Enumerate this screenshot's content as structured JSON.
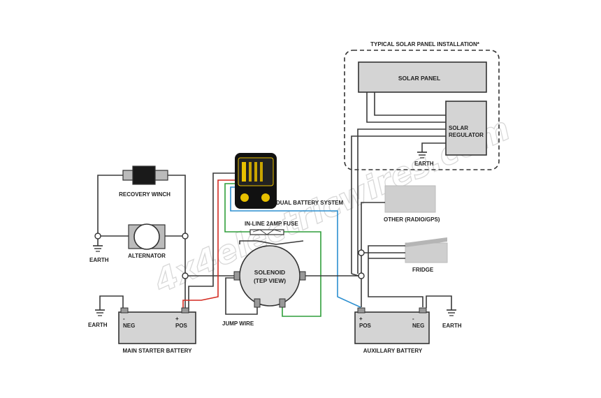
{
  "title": "TYPICAL SOLAR PANEL INSTALLATION*",
  "labels": {
    "solar_panel": "SOLAR PANEL",
    "solar_regulator_line1": "SOLAR",
    "solar_regulator_line2": "REGULATOR",
    "earth_solar": "EARTH",
    "recovery_winch": "RECOVERY WINCH",
    "alternator": "ALTERNATOR",
    "earth_left": "EARTH",
    "dual_battery_system": "DUAL BATTERY SYSTEM",
    "inline_fuse": "IN-LINE 2AMP FUSE",
    "solenoid_line1": "SOLENOID",
    "solenoid_line2": "(TEP VIEW)",
    "jump_wire": "JUMP WIRE",
    "earth_starter": "EARTH",
    "main_neg_sign": "-",
    "main_pos_sign": "+",
    "main_neg": "NEG",
    "main_pos": "POS",
    "main_starter_battery": "MAIN STARTER BATTERY",
    "other": "OTHER (RADIO/GPS)",
    "fridge": "FRIDGE",
    "aux_pos_sign": "+",
    "aux_neg_sign": "-",
    "aux_pos": "POS",
    "aux_neg": "NEG",
    "auxiliary_battery": "AUXILLARY BATTERY",
    "earth_aux": "EARTH",
    "watermark": "4x4electricwires.com"
  },
  "colors": {
    "wire": "#3a3a3a",
    "red_wire": "#d42a20",
    "green_wire": "#2f9e3a",
    "blue_wire": "#2c8fd0",
    "device_body": "#111111",
    "device_accent": "#e8c000",
    "box_fill": "#d4d4d4"
  }
}
